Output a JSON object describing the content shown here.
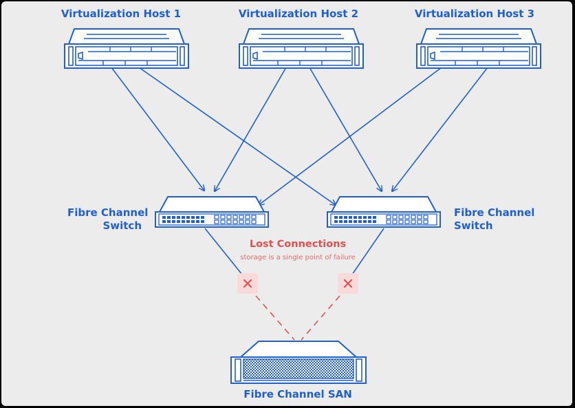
{
  "hosts": [
    {
      "label": "Virtualization Host 1"
    },
    {
      "label": "Virtualization Host 2"
    },
    {
      "label": "Virtualization Host 3"
    }
  ],
  "switches": [
    {
      "label_line1": "Fibre Channel",
      "label_line2": "Switch"
    },
    {
      "label_line1": "Fibre Channel",
      "label_line2": "Switch"
    }
  ],
  "san": {
    "label": "Fibre Channel SAN"
  },
  "lost": {
    "title": "Lost Connections",
    "subtitle": "storage is a single point of failure"
  },
  "colors": {
    "line": "#1f5fd1",
    "lost": "#e25050",
    "marker_bg": "#f8dada",
    "background": "#ececec"
  },
  "icons": [
    "server-icon",
    "network-switch-icon",
    "storage-array-icon",
    "cross-icon"
  ]
}
